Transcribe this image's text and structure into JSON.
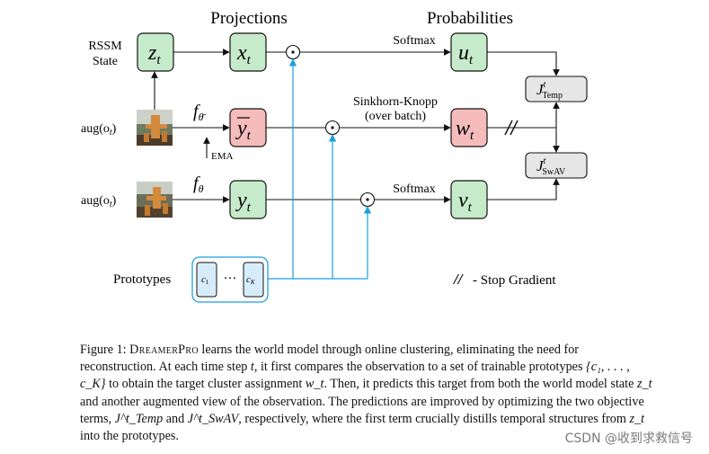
{
  "headers": {
    "projections": "Projections",
    "probabilities": "Probabilities"
  },
  "inputs": {
    "rssm_line1": "RSSM",
    "rssm_line2": "State",
    "aug1": "aug(o",
    "aug2": "aug(o",
    "aug_sub": "t",
    "aug_close": ")",
    "prototypes": "Prototypes"
  },
  "nodes": {
    "z": {
      "base": "z",
      "sub": "t",
      "color": "#c6ebcb"
    },
    "x": {
      "base": "x",
      "sub": "t",
      "color": "#c6ebcb"
    },
    "ybar": {
      "base": "y",
      "sub": "t",
      "color": "#f6bcbc"
    },
    "y": {
      "base": "y",
      "sub": "t",
      "color": "#c6ebcb"
    },
    "u": {
      "base": "u",
      "sub": "t",
      "color": "#c6ebcb"
    },
    "w": {
      "base": "w",
      "sub": "t",
      "color": "#f6bcbc"
    },
    "v": {
      "base": "v",
      "sub": "t",
      "color": "#c6ebcb"
    }
  },
  "labels": {
    "softmax_top": "Softmax",
    "sinkhorn_line1": "Sinkhorn-Knopp",
    "sinkhorn_line2": "(over batch)",
    "softmax_bottom": "Softmax",
    "ema": "EMA",
    "f_bar_base": "f",
    "f_bar_sub": "θ̄",
    "f_base": "f",
    "f_sub": "θ",
    "stop_symbol": "//",
    "stop_text": "- Stop Gradient",
    "dot": "⊙"
  },
  "losses": {
    "temp": {
      "base": "J",
      "sup": "t",
      "sub": "Temp"
    },
    "swav": {
      "base": "J",
      "sup": "t",
      "sub": "SwAV"
    }
  },
  "prototypes": {
    "c1_base": "c",
    "c1_sub": "1",
    "dots": "···",
    "ck_base": "c",
    "ck_sub": "K"
  },
  "colors": {
    "green": "#c6ebcb",
    "red": "#f6bcbc",
    "blue_arrow": "#1ba1e2",
    "proto_fill": "#d7ecfb",
    "loss_fill": "#e6e6e6"
  },
  "caption": {
    "fig_label": "Figure 1: ",
    "model_name": "DreamerPro",
    "p1": " learns the world model through online clustering, eliminating the need for reconstruction. At each time step ",
    "t1": "t",
    "p2": ", it first compares the observation to a set of trainable prototypes ",
    "set": "{c₁, . . . , c_K}",
    "p3": " to obtain the target cluster assignment ",
    "wt": "w_t",
    "p4": ". Then, it predicts this target from both the world model state ",
    "zt": "z_t",
    "p5": " and another augmented view of the observation. The predictions are improved by optimizing the two objective terms, ",
    "jtemp": "J^t_Temp",
    "p6": " and ",
    "jswav": "J^t_SwAV",
    "p7": ", respectively, where the first term crucially distills temporal structures from ",
    "zt2": "z_t",
    "p8": " into the prototypes."
  },
  "watermark": "CSDN @收到求救信号"
}
